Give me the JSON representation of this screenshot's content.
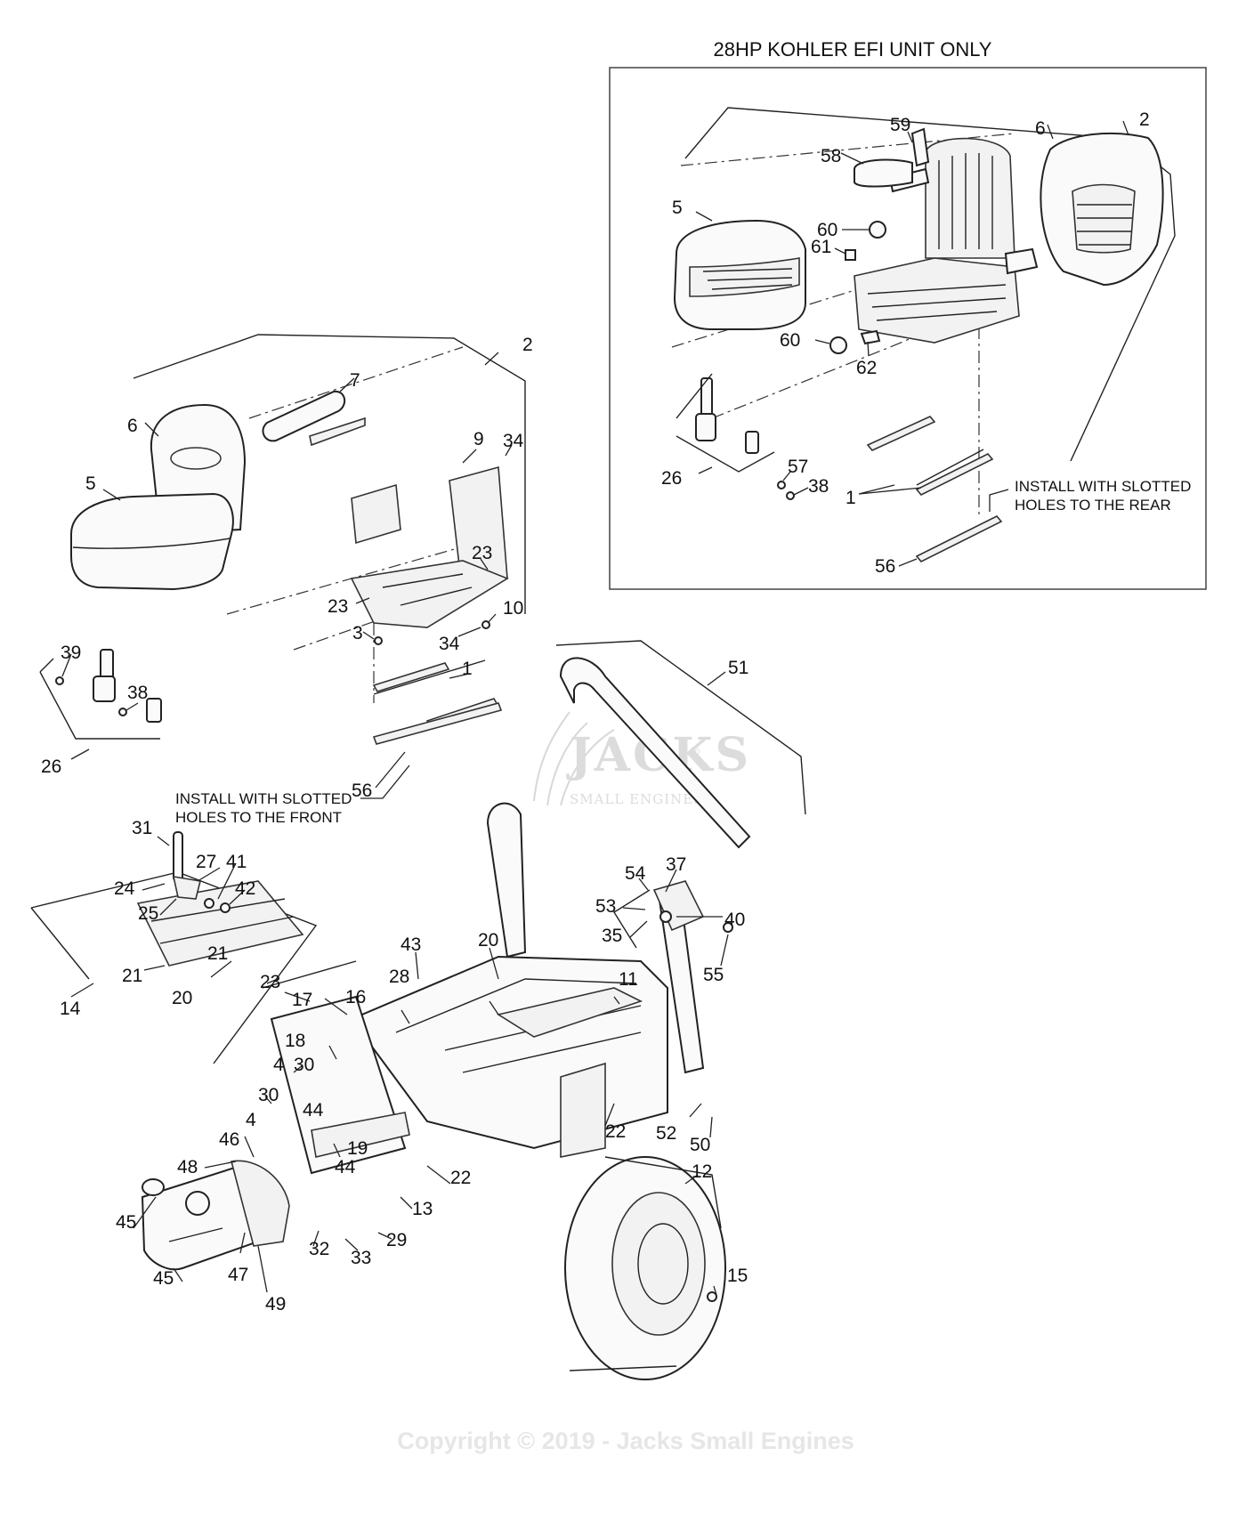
{
  "inset": {
    "title": "28HP KOHLER EFI UNIT ONLY",
    "note_line1": "INSTALL WITH SLOTTED",
    "note_line2": "HOLES TO THE REAR"
  },
  "main_note": {
    "line1": "INSTALL WITH SLOTTED",
    "line2": "HOLES TO THE FRONT"
  },
  "watermark": {
    "brand": "JACKS",
    "registered": "®",
    "sub": "SMALL ENGINES"
  },
  "copyright": "Copyright © 2019 - Jacks Small Engines",
  "callouts": {
    "i59": "59",
    "i6": "6",
    "i2": "2",
    "i58": "58",
    "i5": "5",
    "i60a": "60",
    "i61": "61",
    "i60b": "60",
    "i62": "62",
    "i26": "26",
    "i57": "57",
    "i38": "38",
    "i1": "1",
    "i56": "56",
    "m2": "2",
    "m7": "7",
    "m6": "6",
    "m9": "9",
    "m34a": "34",
    "m5": "5",
    "m23a": "23",
    "m23b": "23",
    "m10": "10",
    "m3": "3",
    "m34b": "34",
    "m39": "39",
    "m1": "1",
    "m38": "38",
    "m26": "26",
    "m56": "56",
    "m51": "51",
    "m31": "31",
    "m27": "27",
    "m41": "41",
    "m24": "24",
    "m42": "42",
    "m25": "25",
    "m54": "54",
    "m37": "37",
    "m53": "53",
    "m40": "40",
    "m35": "35",
    "m55": "55",
    "m21a": "21",
    "m43": "43",
    "m20a": "20",
    "m21b": "21",
    "m23c": "23",
    "m28": "28",
    "m11": "11",
    "m20b": "20",
    "m17": "17",
    "m16": "16",
    "m14": "14",
    "m18": "18",
    "m4a": "4",
    "m30a": "30",
    "m30b": "30",
    "m44a": "44",
    "m4b": "4",
    "m19": "19",
    "m22a": "22",
    "m52": "52",
    "m50": "50",
    "m46": "46",
    "m44b": "44",
    "m48": "48",
    "m22b": "22",
    "m12": "12",
    "m13": "13",
    "m45a": "45",
    "m32": "32",
    "m33": "33",
    "m29": "29",
    "m47": "47",
    "m15": "15",
    "m45b": "45",
    "m49": "49"
  }
}
